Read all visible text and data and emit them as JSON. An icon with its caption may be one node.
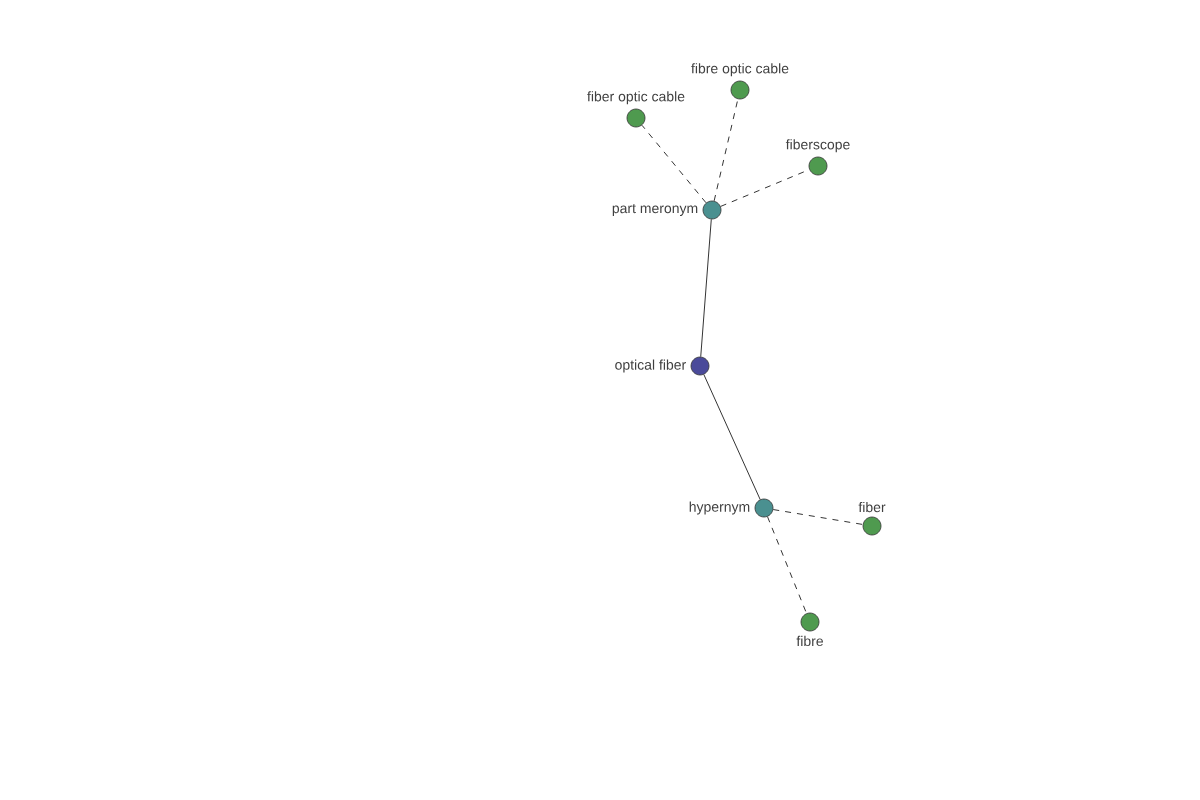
{
  "diagram": {
    "nodes": [
      {
        "text": [
          "optical fiber"
        ]
      },
      {
        "text": [
          "part meronym"
        ]
      },
      {
        "text": [
          "fiber optic cable"
        ]
      },
      {
        "text": [
          "fibre optic cable"
        ]
      },
      {
        "text": [
          "fiberscope"
        ]
      },
      {
        "text": [
          "hypernym"
        ]
      },
      {
        "text": [
          "fiber"
        ]
      },
      {
        "text": [
          "fibre"
        ]
      }
    ],
    "edges": [
      {
        "from": 0,
        "to": 1,
        "arrow": "none"
      },
      {
        "from": 1,
        "to": 2,
        "arrow": "none",
        "style": "dashed"
      },
      {
        "from": 1,
        "to": 3,
        "arrow": "none",
        "style": "dashed"
      },
      {
        "from": 1,
        "to": 4,
        "arrow": "none",
        "style": "dashed"
      },
      {
        "from": 0,
        "to": 5,
        "arrow": "none"
      },
      {
        "from": 5,
        "to": 6,
        "arrow": "none",
        "style": "dashed"
      },
      {
        "from": 5,
        "to": 7,
        "arrow": "none",
        "style": "dashed"
      }
    ]
  }
}
